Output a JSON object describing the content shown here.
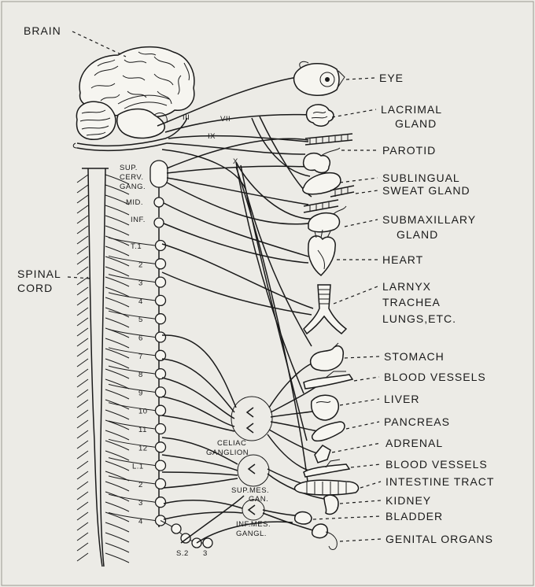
{
  "brain_label": "BRAIN",
  "spinal_label": [
    "SPINAL",
    "CORD"
  ],
  "cranial_nerves": [
    {
      "id": "iii",
      "text": "III"
    },
    {
      "id": "vii",
      "text": "VII"
    },
    {
      "id": "ix",
      "text": "IX"
    },
    {
      "id": "x",
      "text": "X"
    }
  ],
  "cervical_ganglia": {
    "sup": [
      "SUP.",
      "CERV.",
      "GANG."
    ],
    "mid": "MID.",
    "inf": "INF."
  },
  "segments": [
    "T.1",
    "2",
    "3",
    "4",
    "5",
    "6",
    "7",
    "8",
    "9",
    "10",
    "11",
    "12",
    "L.1",
    "2",
    "3",
    "4"
  ],
  "sacral": [
    "S.2",
    "3"
  ],
  "ganglia": {
    "celiac": [
      "CELIAC",
      "GANGLION"
    ],
    "sup_mes": [
      "SUP.MES.",
      "GAN."
    ],
    "inf_mes": [
      "INF.MES.",
      "GANGL."
    ]
  },
  "organs": [
    {
      "id": "eye",
      "lines": [
        "EYE"
      ]
    },
    {
      "id": "lacrimal",
      "lines": [
        "LACRIMAL",
        "GLAND"
      ]
    },
    {
      "id": "parotid",
      "lines": [
        "PAROTID"
      ]
    },
    {
      "id": "sublingual",
      "lines": [
        "SUBLINGUAL"
      ]
    },
    {
      "id": "sweat",
      "lines": [
        "SWEAT GLAND"
      ]
    },
    {
      "id": "submaxillary",
      "lines": [
        "SUBMAXILLARY",
        "GLAND"
      ]
    },
    {
      "id": "heart",
      "lines": [
        "HEART"
      ]
    },
    {
      "id": "larnyx",
      "lines": [
        "LARNYX",
        "TRACHEA",
        "LUNGS,ETC."
      ]
    },
    {
      "id": "stomach",
      "lines": [
        "STOMACH"
      ]
    },
    {
      "id": "blood1",
      "lines": [
        "BLOOD VESSELS"
      ]
    },
    {
      "id": "liver",
      "lines": [
        "LIVER"
      ]
    },
    {
      "id": "pancreas",
      "lines": [
        "PANCREAS"
      ]
    },
    {
      "id": "adrenal",
      "lines": [
        "ADRENAL"
      ]
    },
    {
      "id": "blood2",
      "lines": [
        "BLOOD VESSELS"
      ]
    },
    {
      "id": "intestine",
      "lines": [
        "INTESTINE TRACT"
      ]
    },
    {
      "id": "kidney",
      "lines": [
        "KIDNEY"
      ]
    },
    {
      "id": "bladder",
      "lines": [
        "BLADDER"
      ]
    },
    {
      "id": "genital",
      "lines": [
        "GENITAL ORGANS"
      ]
    }
  ],
  "colors": {
    "paper": "#ecebe6",
    "ink": "#1a1a1a"
  }
}
